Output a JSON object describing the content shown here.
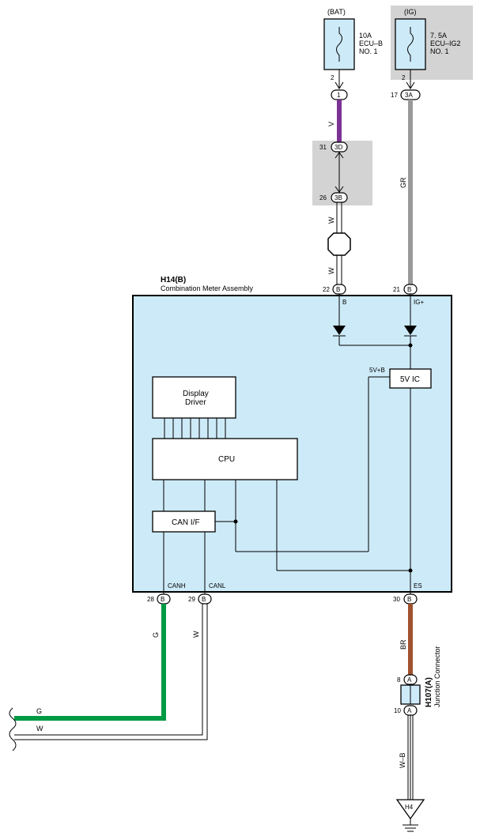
{
  "fuses": {
    "bat": {
      "source": "(BAT)",
      "rating": "10A",
      "name": "ECU–B",
      "num": "NO. 1",
      "pin": "2",
      "jpin": "1"
    },
    "ig": {
      "source": "(IG)",
      "rating": "7. 5A",
      "name": "ECU–IG2",
      "num": "NO. 1",
      "pin": "2",
      "jpin_num": "17",
      "jpin": "3A"
    }
  },
  "connectors": {
    "c3d": {
      "num": "31",
      "label": "3D"
    },
    "c3b": {
      "num": "26",
      "label": "3B"
    }
  },
  "wires": {
    "v": "V",
    "w1": "W",
    "w2": "W",
    "gr": "GR",
    "g": "G",
    "w3": "W",
    "br": "BR",
    "wb": "W–B",
    "g_end": "G",
    "w_end": "W"
  },
  "meter": {
    "id": "H14(B)",
    "name": "Combination Meter Assembly",
    "pins": {
      "b": {
        "num": "22",
        "conn": "B",
        "label": "B"
      },
      "ig": {
        "num": "21",
        "conn": "B",
        "label": "IG+"
      },
      "canh": {
        "num": "28",
        "conn": "B",
        "label": "CANH"
      },
      "canl": {
        "num": "29",
        "conn": "B",
        "label": "CANL"
      },
      "es": {
        "num": "30",
        "conn": "B",
        "label": "ES"
      }
    },
    "display_driver_1": "Display",
    "display_driver_2": "Driver",
    "cpu": "CPU",
    "can_if": "CAN I/F",
    "ic5v": "5V IC",
    "v5b": "5V+B"
  },
  "junction": {
    "id": "H107(A)",
    "name": "Junction Connector",
    "top": {
      "num": "8",
      "conn": "A"
    },
    "bottom": {
      "num": "10",
      "conn": "A"
    }
  },
  "ground": {
    "label": "H4"
  },
  "colors": {
    "violet": "#7b3294",
    "gray": "#9a9a9a",
    "green": "#009944",
    "brown": "#a0522d",
    "meter_fill": "#cdeaf8",
    "shade": "#d3d3d3"
  }
}
